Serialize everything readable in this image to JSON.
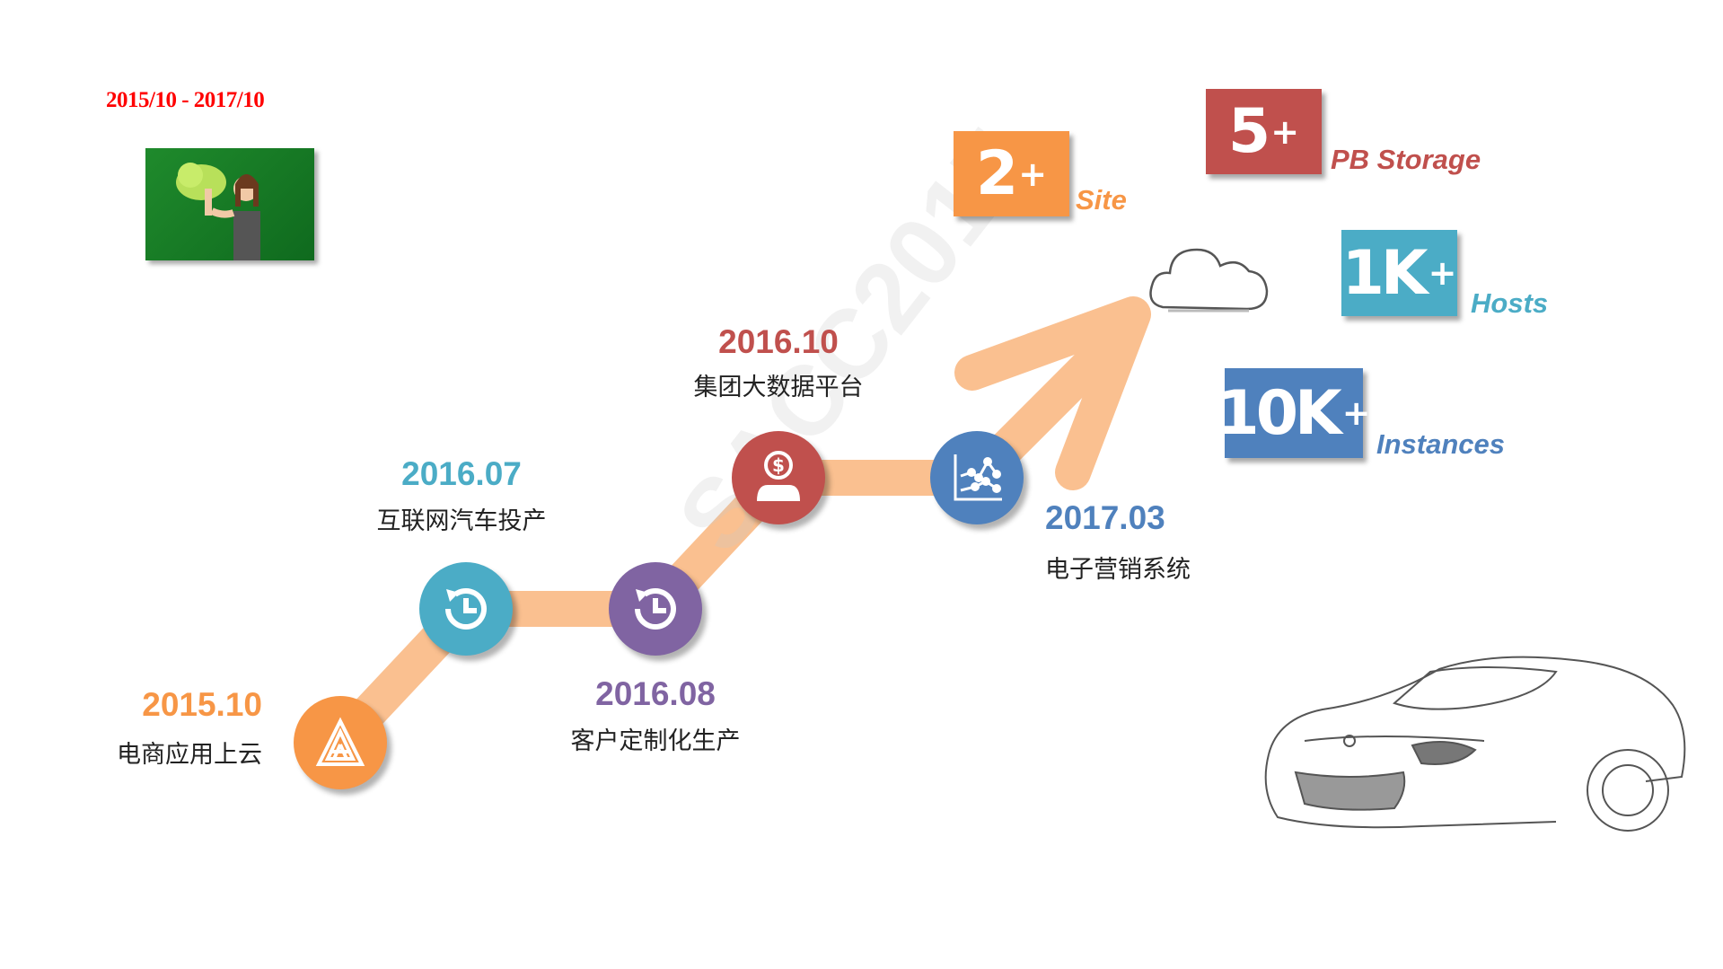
{
  "header": {
    "date_range": "2015/10 - 2017/10"
  },
  "watermark": "SACC2017",
  "colors": {
    "orange": "#f79646",
    "teal": "#4bacc6",
    "purple": "#8064a2",
    "red": "#c0504d",
    "blue": "#4f81bd",
    "arrow": "#fac090"
  },
  "milestones": [
    {
      "date": "2015.10",
      "label": "电商应用上云",
      "icon": "triangle-icon"
    },
    {
      "date": "2016.07",
      "label": "互联网汽车投产",
      "icon": "history-clock-icon"
    },
    {
      "date": "2016.08",
      "label": "客户定制化生产",
      "icon": "history-clock-icon"
    },
    {
      "date": "2016.10",
      "label": "集团大数据平台",
      "icon": "dollar-person-icon"
    },
    {
      "date": "2017.03",
      "label": "电子营销系统",
      "icon": "line-chart-icon"
    }
  ],
  "stats": [
    {
      "value": "2",
      "suffix": "+",
      "unit": "Site"
    },
    {
      "value": "5",
      "suffix": "+",
      "unit": "PB Storage"
    },
    {
      "value": "1K",
      "suffix": "+",
      "unit": "Hosts"
    },
    {
      "value": "10K",
      "suffix": "+",
      "unit": "Instances"
    }
  ]
}
